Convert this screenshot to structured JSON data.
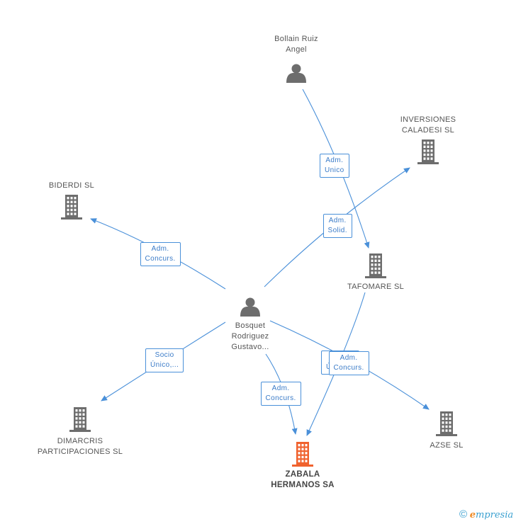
{
  "colors": {
    "edge": "#4a90d9",
    "icon": "#6d6d6d",
    "main_icon": "#f0622e",
    "brand_e": "#f08a24"
  },
  "nodes": [
    {
      "id": "bollain",
      "kind": "person",
      "label_lines": [
        "Bollain Ruiz",
        "Angel"
      ],
      "main": false
    },
    {
      "id": "inversiones",
      "kind": "company",
      "label_lines": [
        "INVERSIONES",
        "CALADESI SL"
      ],
      "main": false
    },
    {
      "id": "biderdi",
      "kind": "company",
      "label_lines": [
        "BIDERDI SL"
      ],
      "main": false
    },
    {
      "id": "tafomare",
      "kind": "company",
      "label_lines": [
        "TAFOMARE SL"
      ],
      "main": false
    },
    {
      "id": "bosquet",
      "kind": "person",
      "label_lines": [
        "Bosquet",
        "Rodriguez",
        "Gustavo..."
      ],
      "main": false
    },
    {
      "id": "dimarcris",
      "kind": "company",
      "label_lines": [
        "DIMARCRIS",
        "PARTICIPACIONES SL"
      ],
      "main": false
    },
    {
      "id": "zabala",
      "kind": "company",
      "label_lines": [
        "ZABALA",
        "HERMANOS SA"
      ],
      "main": true
    },
    {
      "id": "azse",
      "kind": "company",
      "label_lines": [
        "AZSE SL"
      ],
      "main": false
    }
  ],
  "edges": [
    {
      "id": "e1",
      "from": "bollain",
      "to": "tafomare",
      "label_lines": [
        "Adm.",
        "Unico"
      ]
    },
    {
      "id": "e2",
      "from": "bosquet",
      "to": "inversiones",
      "label_lines": [
        "Adm.",
        "Solid."
      ]
    },
    {
      "id": "e3",
      "from": "bosquet",
      "to": "biderdi",
      "label_lines": [
        "Adm.",
        "Concurs."
      ]
    },
    {
      "id": "e4",
      "from": "bosquet",
      "to": "dimarcris",
      "label_lines": [
        "Socio",
        "Único,..."
      ]
    },
    {
      "id": "e5",
      "from": "bosquet",
      "to": "zabala",
      "label_lines": [
        "Adm.",
        "Concurs."
      ]
    },
    {
      "id": "e6",
      "from": "bosquet",
      "to": "azse",
      "label_lines": [
        "Socio",
        "Único,..."
      ]
    },
    {
      "id": "e7",
      "from": "tafomare",
      "to": "zabala",
      "label_lines": [
        "Adm.",
        "Concurs."
      ]
    }
  ],
  "brand": {
    "copyright": "©",
    "e_letter": "e",
    "rest": "mpresia"
  }
}
